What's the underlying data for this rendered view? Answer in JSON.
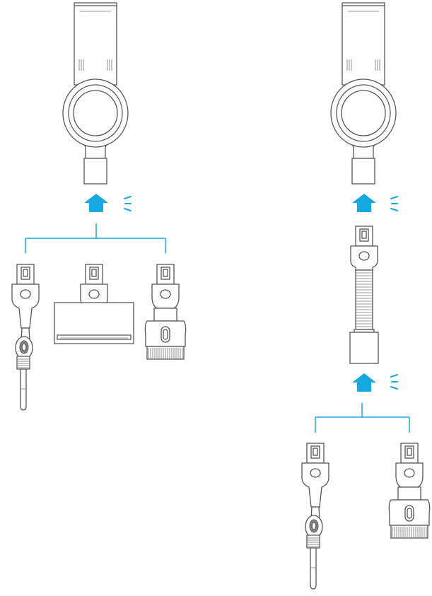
{
  "colors": {
    "accent": "#16a8e0",
    "outline": "#555555",
    "background": "#ffffff"
  },
  "left_assembly": {
    "top_unit": "vacuum-main-unit",
    "arrow": "insert-arrow-up",
    "click_indicator": "click-mark",
    "attachments": [
      "crevice-tool-with-pivot",
      "mini-motorized-brush",
      "dusting-brush"
    ]
  },
  "right_assembly": {
    "top_unit": "vacuum-main-unit",
    "arrow": "insert-arrow-up",
    "click_indicator": "click-mark",
    "middle_part": "extension-hose",
    "second_arrow": "insert-arrow-up",
    "attachments": [
      "crevice-tool-with-pivot",
      "dusting-brush"
    ]
  }
}
